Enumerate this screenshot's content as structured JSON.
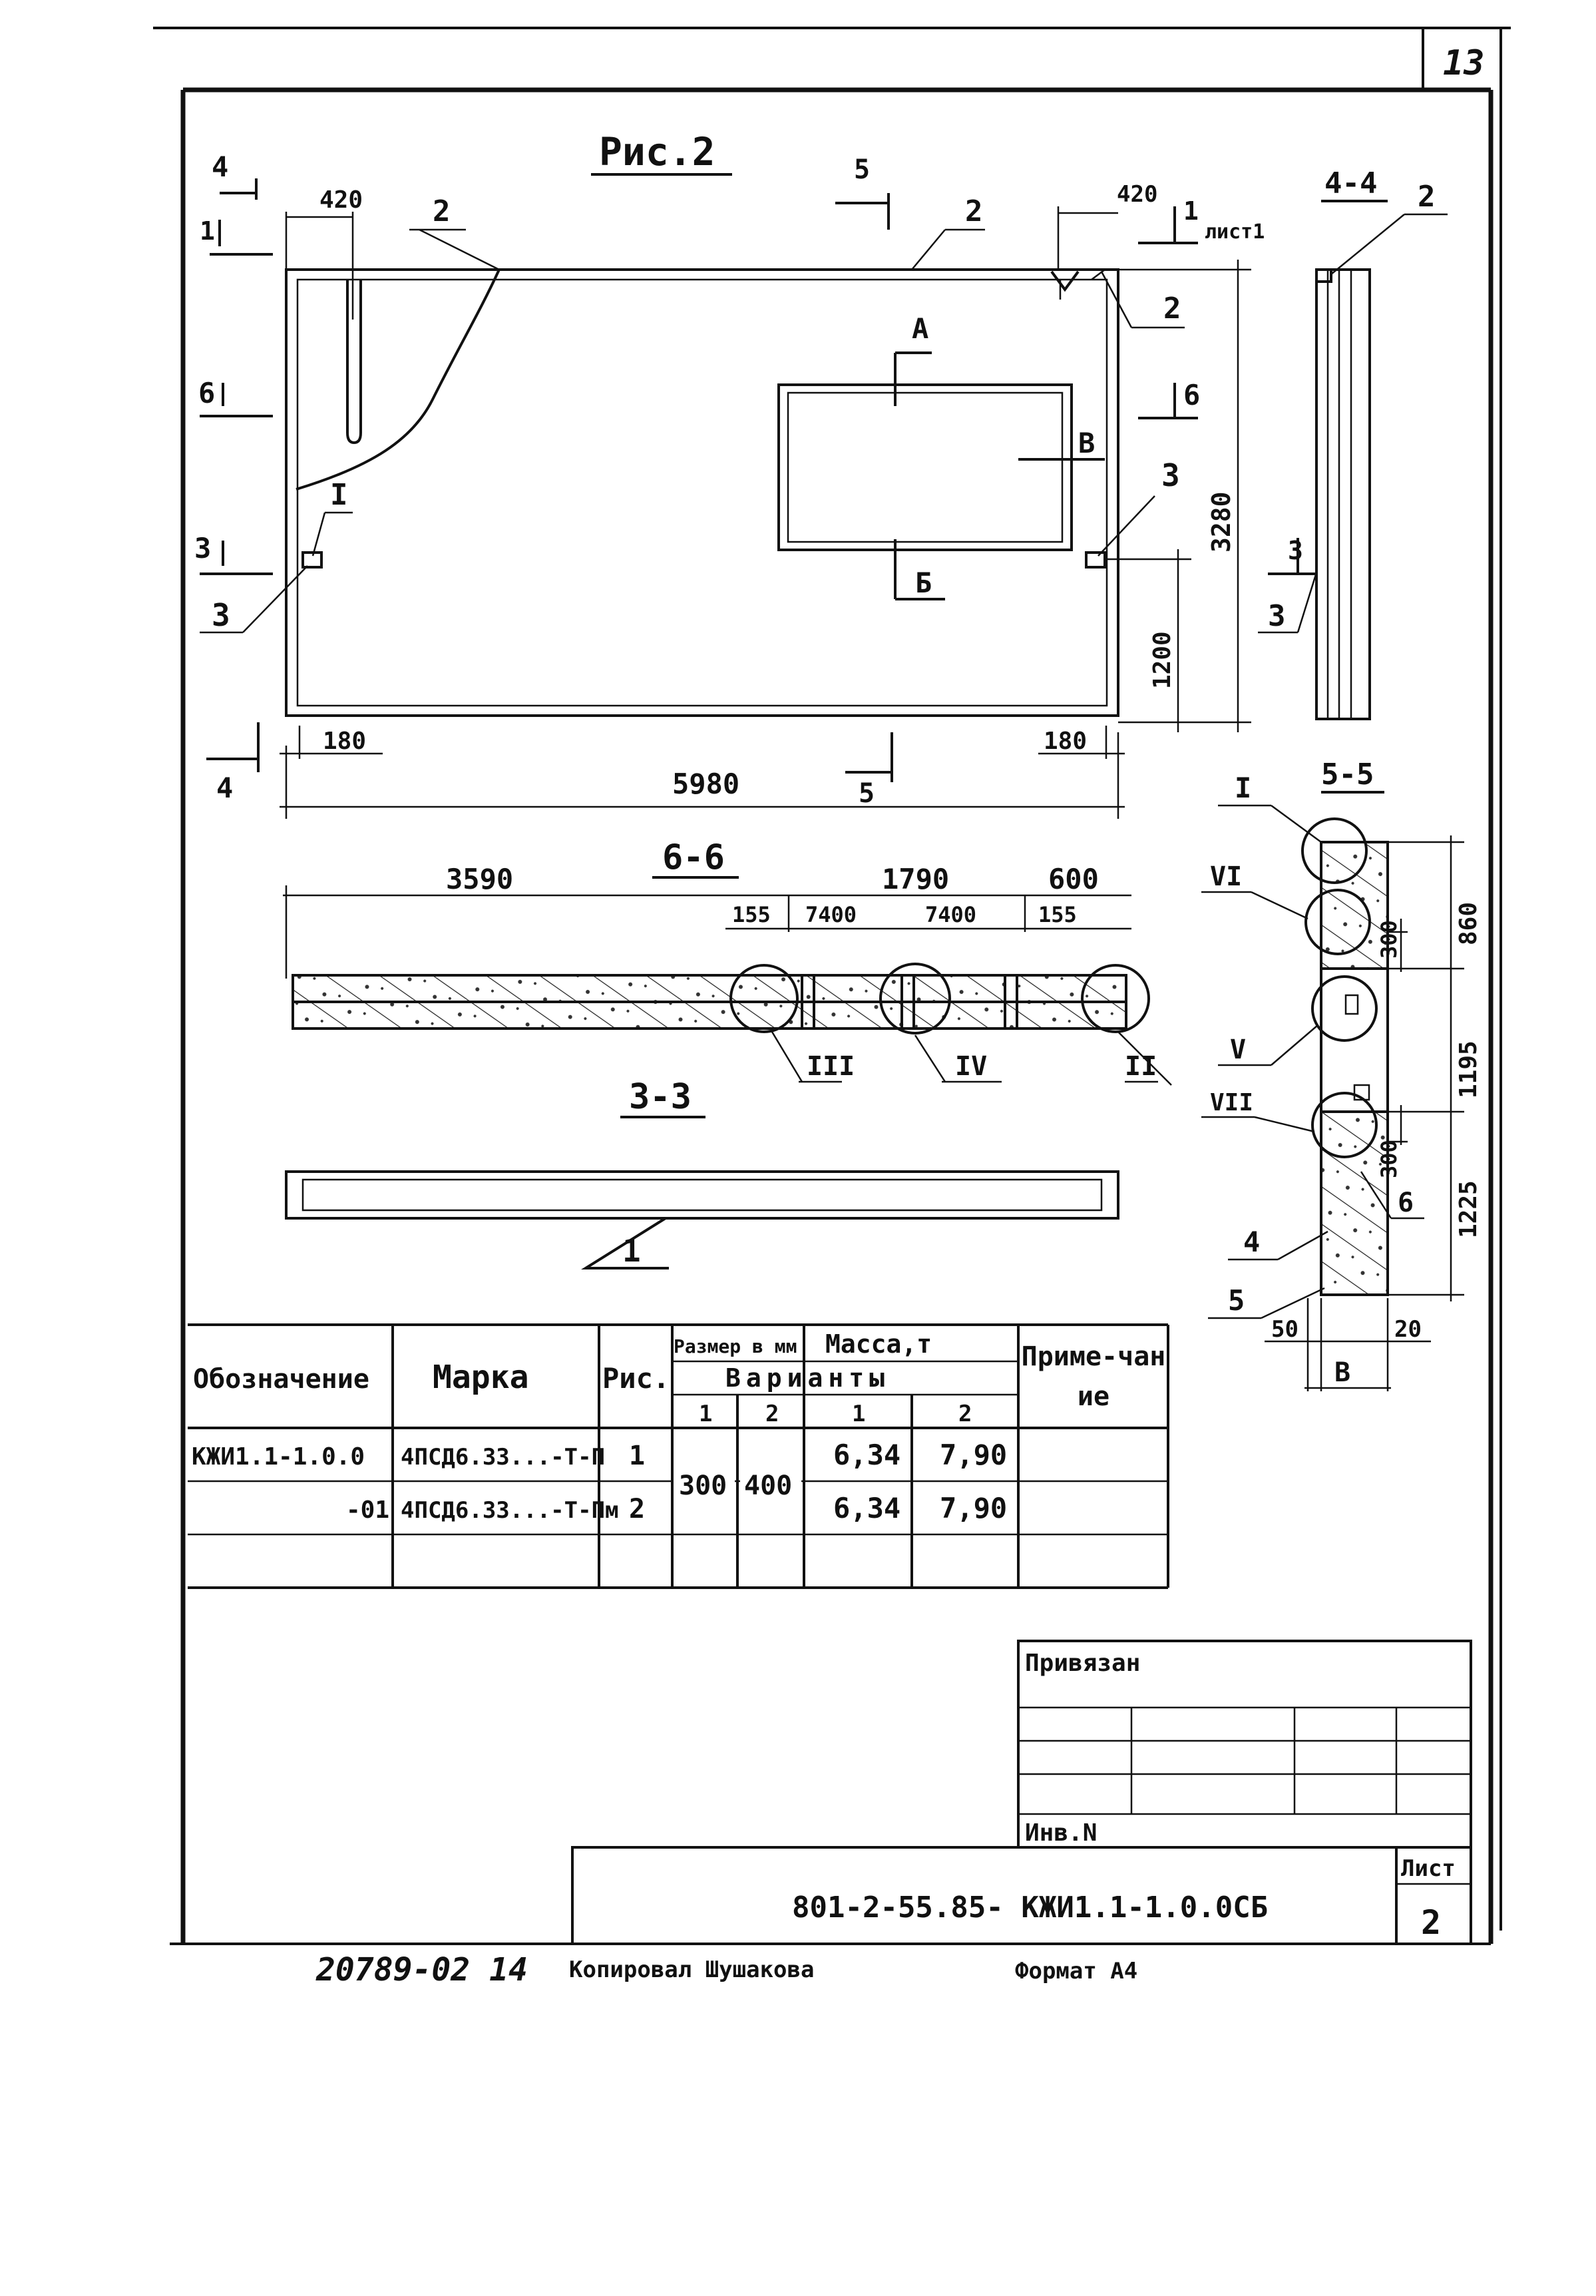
{
  "page_number": "13",
  "figure_title": "Рис.2",
  "plan": {
    "dim_420_left": "420",
    "dim_420_right": "420",
    "label_2a": "2",
    "label_2b": "2",
    "label_2c": "2",
    "label_I": "I",
    "label_A": "А",
    "label_B": "Б",
    "label_V": "В",
    "label_3a": "3",
    "label_3b": "3",
    "dim_3280": "3280",
    "dim_1200": "1200",
    "dim_180_left": "180",
    "dim_180_right": "180",
    "dim_5980": "5980",
    "section_marks": {
      "s4_top": "4",
      "s1": "1",
      "s6_left": "6",
      "s3_left": "3",
      "s4_bottom": "4",
      "s5_top": "5",
      "s5_bottom": "5",
      "s1_right": "1",
      "list1": "лист1",
      "s6_right": "6",
      "s3_right": "3"
    }
  },
  "section_4_4": {
    "title": "4-4",
    "label_2": "2",
    "label_3": "3"
  },
  "section_6_6": {
    "title": "6-6",
    "dim_3590": "3590",
    "dim_1790": "1790",
    "dim_600": "600",
    "dim_155a": "155",
    "dim_7400a": "7400",
    "dim_7400b": "7400",
    "dim_155b": "155",
    "node_III": "III",
    "node_IV": "IV",
    "node_II": "II"
  },
  "section_3_3": {
    "title": "3-3",
    "label_1": "1"
  },
  "section_5_5": {
    "title": "5-5",
    "node_I": "I",
    "node_VI": "VI",
    "node_V": "V",
    "node_VII": "VII",
    "dim_300a": "300",
    "dim_860": "860",
    "dim_1195": "1195",
    "dim_300b": "300",
    "dim_1225": "1225",
    "label_6": "6",
    "label_4": "4",
    "label_5": "5",
    "dim_50": "50",
    "dim_20": "20",
    "dim_B": "В"
  },
  "spec_table": {
    "headers": {
      "designation": "Обозначение",
      "mark": "Марка",
      "fig": "Рис.",
      "size_mm": "Размер в мм",
      "mass_t": "Масса,т",
      "variants": "Варианты",
      "note": "Приме-чание",
      "v1": "1",
      "v2": "2",
      "m1": "1",
      "m2": "2"
    },
    "rows": [
      {
        "designation": "КЖИ1.1-1.0.0",
        "mark": "4ПСД6.33...-Т-П",
        "fig": "1",
        "mass1": "6,34",
        "mass2": "7,90"
      },
      {
        "designation": "-01",
        "mark": "4ПСД6.33...-Т-Пм",
        "fig": "2",
        "mass1": "6,34",
        "mass2": "7,90"
      }
    ],
    "size_v1": "300",
    "size_v2": "400"
  },
  "stamp": {
    "bound": "Привязан",
    "inv_no": "Инв.N",
    "doc_code": "801-2-55.85- КЖИ1.1-1.0.0СБ",
    "sheet_label": "Лист",
    "sheet_no": "2"
  },
  "footer": {
    "handwritten_no": "20789-02 14",
    "copied": "Копировал Шушакова",
    "format": "Формат А4"
  }
}
